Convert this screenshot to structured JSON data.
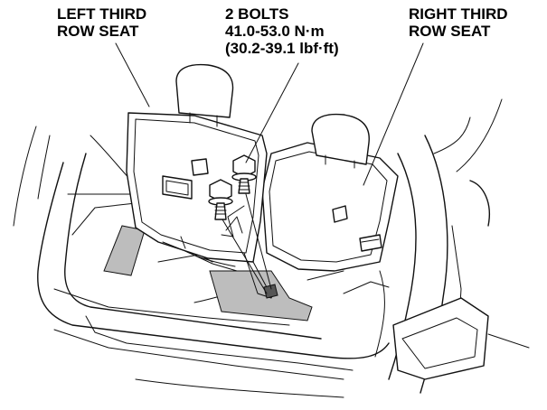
{
  "callouts": {
    "left_seat": {
      "line1": "LEFT THIRD",
      "line2": "ROW SEAT"
    },
    "bolts": {
      "line1": "2 BOLTS",
      "line2": "41.0-53.0 N·m",
      "line3": "(30.2-39.1 lbf·ft)"
    },
    "right_seat": {
      "line1": "RIGHT THIRD",
      "line2": "ROW SEAT"
    }
  }
}
